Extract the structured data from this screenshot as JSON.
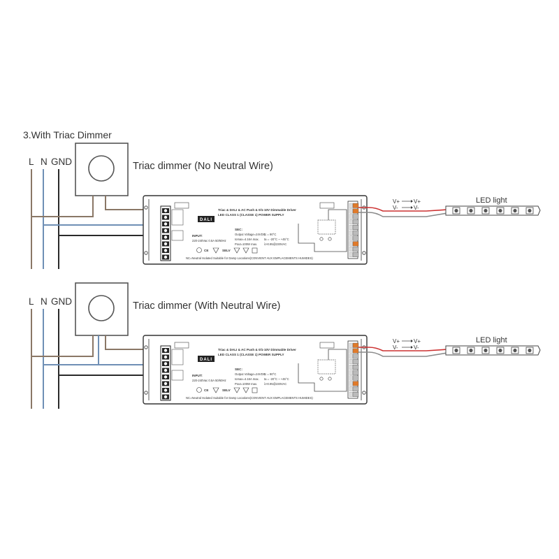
{
  "title": "3.With Triac Dimmer",
  "colors": {
    "wire_L": "#8a7766",
    "wire_N": "#6f8fb5",
    "wire_GND": "#2a2a2a",
    "wire_vplus": "#cc3030",
    "wire_vminus": "#8a8a8a",
    "terminal_orange": "#e07a2a"
  },
  "diagrams": [
    {
      "id": "no-neutral",
      "dimmer_label": "Triac dimmer (No Neutral Wire)",
      "terminals": {
        "L": "L",
        "N": "N",
        "GND": "GND"
      },
      "output": {
        "vplus_in": "V+",
        "vplus_out": "V+",
        "vminus_in": "V-",
        "vminus_out": "V-"
      },
      "led_label": "LED light",
      "driver": {
        "title": "Triac & DALI & AC Push & 0/1-10V Dimmable Driver",
        "subtitle": "LED CLASS 1 (CLASSE 1)  POWER SUPPLY",
        "logo": "DALI",
        "sec_label": "SEC:",
        "sec_lines": [
          "Output Voltage=24VDC",
          "Iomax=4.16A max.",
          "Pout=100W max."
        ],
        "input_label": "INPUT:",
        "input_text": "220-240Vac  0.5A  50/60Hz",
        "selv": "SELV",
        "temp_lines": [
          "tc = 90°C",
          "ta = -20°C ~ +45°C",
          "λ>0.95@230VAC"
        ],
        "bottom_text": "NC=Neutral Isolated   Suitable for Damp Locations(CONVIENT AUX EMPLACEMENTS HUMIDES)"
      }
    },
    {
      "id": "with-neutral",
      "dimmer_label": "Triac dimmer (With Neutral Wire)",
      "terminals": {
        "L": "L",
        "N": "N",
        "GND": "GND"
      },
      "output": {
        "vplus_in": "V+",
        "vplus_out": "V+",
        "vminus_in": "V-",
        "vminus_out": "V-"
      },
      "led_label": "LED light",
      "driver": {
        "title": "Triac & DALI & AC Push & 0/1-10V Dimmable Driver",
        "subtitle": "LED CLASS 1 (CLASSE 1)  POWER SUPPLY",
        "logo": "DALI",
        "sec_label": "SEC:",
        "sec_lines": [
          "Output Voltage=24VDC",
          "Iomax=4.16A max.",
          "Pout=100W max."
        ],
        "input_label": "INPUT:",
        "input_text": "220-240Vac  0.5A  50/60Hz",
        "selv": "SELV",
        "temp_lines": [
          "tc = 90°C",
          "ta = -20°C ~ +45°C",
          "λ>0.95@230VAC"
        ],
        "bottom_text": "NC=Neutral Isolated   Suitable for Damp Locations(CONVIENT AUX EMPLACEMENTS HUMIDES)"
      }
    }
  ]
}
